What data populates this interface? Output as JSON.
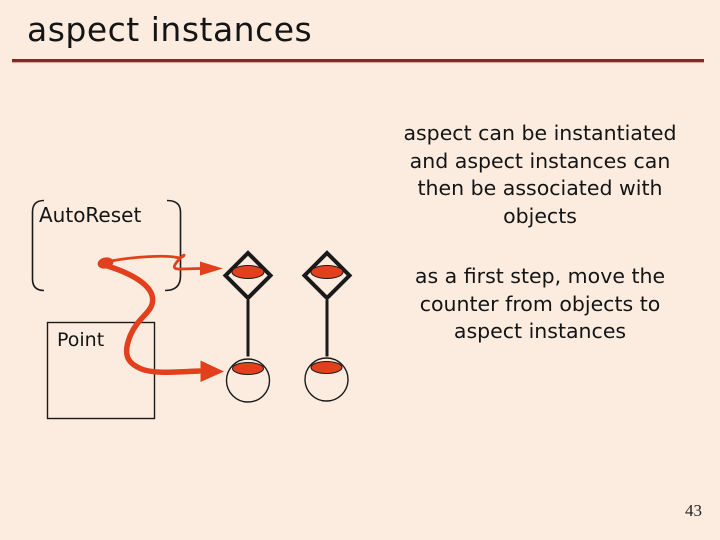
{
  "slide": {
    "title": "aspect instances",
    "page_number": "43",
    "colors": {
      "background": "#fcecdf",
      "title_underline": "#8b2424",
      "accent_red": "#e2401c",
      "ink": "#1a1a1a"
    }
  },
  "labels": {
    "auto_reset": "AutoReset",
    "point": "Point"
  },
  "notes": {
    "instantiation": "aspect can be instantiated\nand  aspect instances can\nthen be associated with\nobjects",
    "first_step": "as a first step, move the\ncounter from objects to\naspect instances"
  },
  "diagram": {
    "aspect_shape": "auto-reset-double-bracket",
    "class_shape": "point-rectangle",
    "aspect_instances": 2,
    "objects": 2,
    "counter_marker": "red-ellipse",
    "arrows": [
      "instantiate-arrow-to-diamond",
      "move-counter-arrow-to-circle"
    ]
  }
}
